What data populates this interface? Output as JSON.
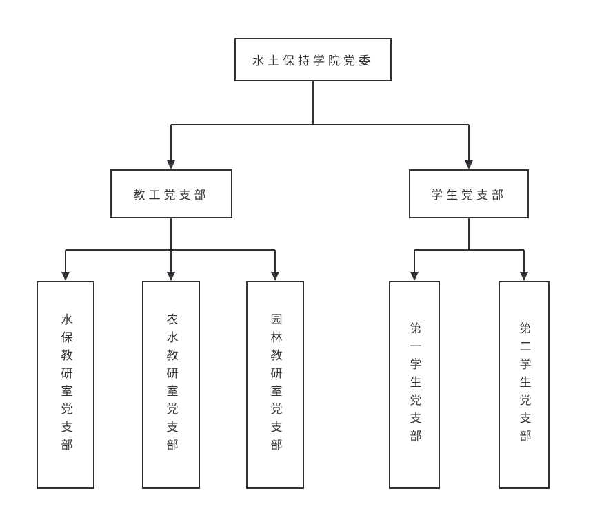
{
  "diagram": {
    "type": "org-chart",
    "colors": {
      "background": "#ffffff",
      "node_fill": "#ffffff",
      "border": "#2f3237",
      "line": "#2f3237",
      "text": "#333333"
    },
    "nodes": {
      "root": {
        "label": "水土保持学院党委"
      },
      "faculty_branch": {
        "label": "教工党支部"
      },
      "student_branch": {
        "label": "学生党支部"
      },
      "water_office": {
        "label": "水保教研室党支部"
      },
      "agri_office": {
        "label": "农水教研室党支部"
      },
      "landscape_office": {
        "label": "园林教研室党支部"
      },
      "first_student": {
        "label": "第一学生党支部"
      },
      "second_student": {
        "label": "第二学生党支部"
      }
    },
    "edges": [
      {
        "from": "root",
        "to": "faculty_branch"
      },
      {
        "from": "root",
        "to": "student_branch"
      },
      {
        "from": "faculty_branch",
        "to": "water_office"
      },
      {
        "from": "faculty_branch",
        "to": "agri_office"
      },
      {
        "from": "faculty_branch",
        "to": "landscape_office"
      },
      {
        "from": "student_branch",
        "to": "first_student"
      },
      {
        "from": "student_branch",
        "to": "second_student"
      }
    ]
  }
}
